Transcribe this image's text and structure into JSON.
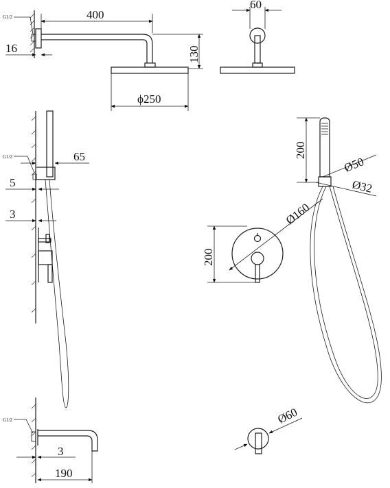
{
  "shower_arm": {
    "thread_label": "G1/2",
    "length_dim": "400",
    "wall_offset_dim": "16",
    "drop_dim": "130",
    "head_diameter_dim": "ϕ250",
    "flange_width_dim": "60"
  },
  "side_section": {
    "thread_label": "G1/2",
    "holder_depth_dim": "65",
    "holder_offset_dim": "5",
    "valve_offset_dim": "3"
  },
  "hand_shower": {
    "height_dim": "200",
    "outlet_diameter_dim": "Ø50",
    "connector_diameter_dim": "Ø32"
  },
  "valve_plate": {
    "diameter_dim": "Ø160",
    "height_dim": "200"
  },
  "spout": {
    "thread_label": "G1/2",
    "offset_dim": "3",
    "length_dim": "190",
    "rosette_diameter_dim": "Ø60"
  }
}
